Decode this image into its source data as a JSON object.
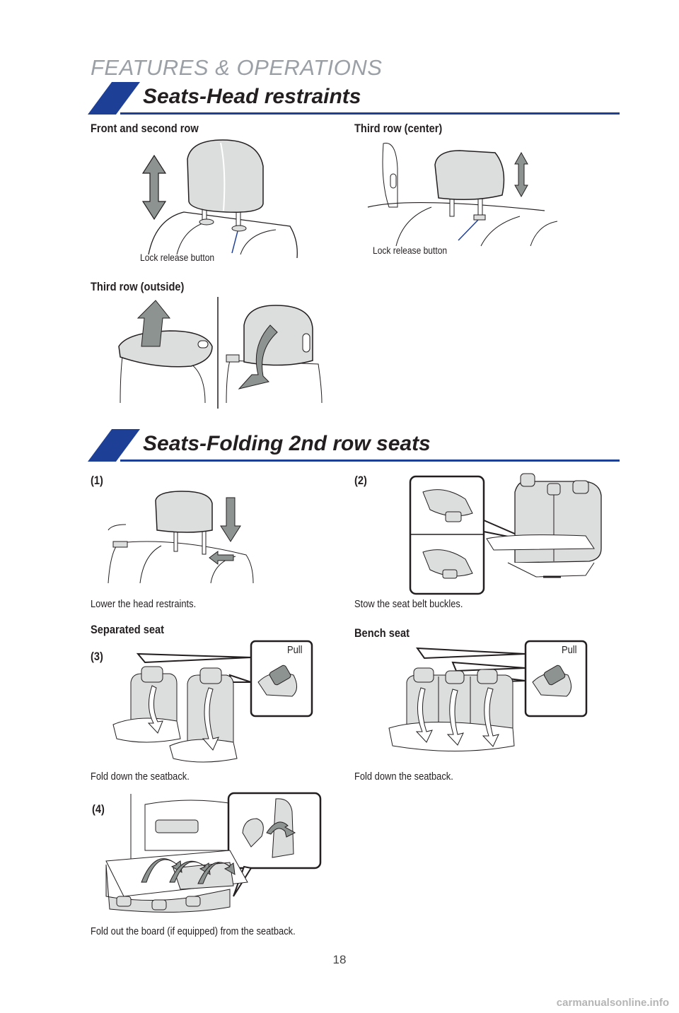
{
  "header": {
    "section": "FEATURES & OPERATIONS"
  },
  "head_restraints": {
    "title": "Seats-Head restraints",
    "front_second": {
      "label": "Front and second row",
      "callout": "Lock release button"
    },
    "third_center": {
      "label": "Third row (center)",
      "callout": "Lock release button"
    },
    "third_outside": {
      "label": "Third row (outside)"
    }
  },
  "folding": {
    "title": "Seats-Folding 2nd row seats",
    "step1": {
      "number": "(1)",
      "caption": "Lower the head restraints."
    },
    "step2": {
      "number": "(2)",
      "caption": "Stow the seat belt buckles."
    },
    "separated_seat": {
      "label": "Separated seat",
      "number": "(3)",
      "pull": "Pull",
      "caption": "Fold down the seatback."
    },
    "bench_seat": {
      "label": "Bench seat",
      "pull": "Pull",
      "caption": "Fold down the seatback."
    },
    "step4": {
      "number": "(4)",
      "caption": "Fold out the board (if equipped) from the seatback."
    }
  },
  "footer": {
    "page_number": "18",
    "watermark": "carmanualsonline.info"
  },
  "colors": {
    "accent": "#1d3f96",
    "header_gray": "#9aa0a6",
    "fill_gray": "#dcdedd",
    "arrow_gray": "#8d9391"
  }
}
